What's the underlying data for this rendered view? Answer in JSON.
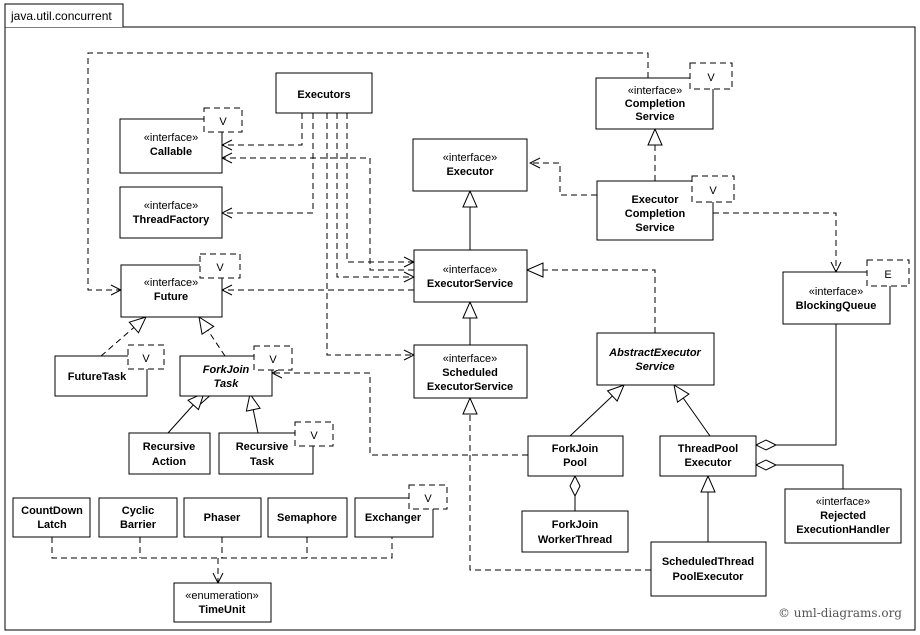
{
  "package": {
    "name": "java.util.concurrent"
  },
  "classes": {
    "executors": {
      "name": "Executors"
    },
    "callable": {
      "stereotype": "«interface»",
      "name": "Callable",
      "param": "V"
    },
    "threadFactory": {
      "stereotype": "«interface»",
      "name": "ThreadFactory"
    },
    "future": {
      "stereotype": "«interface»",
      "name": "Future",
      "param": "V"
    },
    "futureTask": {
      "name": "FutureTask",
      "param": "V"
    },
    "forkJoinTask": {
      "line1": "ForkJoin",
      "line2": "Task",
      "param": "V"
    },
    "recursiveAction": {
      "line1": "Recursive",
      "line2": "Action"
    },
    "recursiveTask": {
      "line1": "Recursive",
      "line2": "Task",
      "param": "V"
    },
    "executor": {
      "stereotype": "«interface»",
      "name": "Executor"
    },
    "executorService": {
      "stereotype": "«interface»",
      "name": "ExecutorService"
    },
    "scheduledExecutorService": {
      "stereotype": "«interface»",
      "line1": "Scheduled",
      "line2": "ExecutorService"
    },
    "completionService": {
      "stereotype": "«interface»",
      "line1": "Completion",
      "line2": "Service",
      "param": "V"
    },
    "executorCompletionService": {
      "line1": "Executor",
      "line2": "Completion",
      "line3": "Service",
      "param": "V"
    },
    "blockingQueue": {
      "stereotype": "«interface»",
      "name": "BlockingQueue",
      "param": "E"
    },
    "abstractExecutorService": {
      "line1": "AbstractExecutor",
      "line2": "Service"
    },
    "forkJoinPool": {
      "line1": "ForkJoin",
      "line2": "Pool"
    },
    "forkJoinWorkerThread": {
      "line1": "ForkJoin",
      "line2": "WorkerThread"
    },
    "threadPoolExecutor": {
      "line1": "ThreadPool",
      "line2": "Executor"
    },
    "scheduledThreadPoolExecutor": {
      "line1": "ScheduledThread",
      "line2": "PoolExecutor"
    },
    "rejectedExecutionHandler": {
      "stereotype": "«interface»",
      "line1": "Rejected",
      "line2": "ExecutionHandler"
    },
    "countDownLatch": {
      "line1": "CountDown",
      "line2": "Latch"
    },
    "cyclicBarrier": {
      "line1": "Cyclic",
      "line2": "Barrier"
    },
    "phaser": {
      "name": "Phaser"
    },
    "semaphore": {
      "name": "Semaphore"
    },
    "exchanger": {
      "name": "Exchanger",
      "param": "V"
    },
    "timeUnit": {
      "stereotype": "«enumeration»",
      "name": "TimeUnit"
    }
  },
  "footer": {
    "copyright": "© uml-diagrams.org"
  }
}
